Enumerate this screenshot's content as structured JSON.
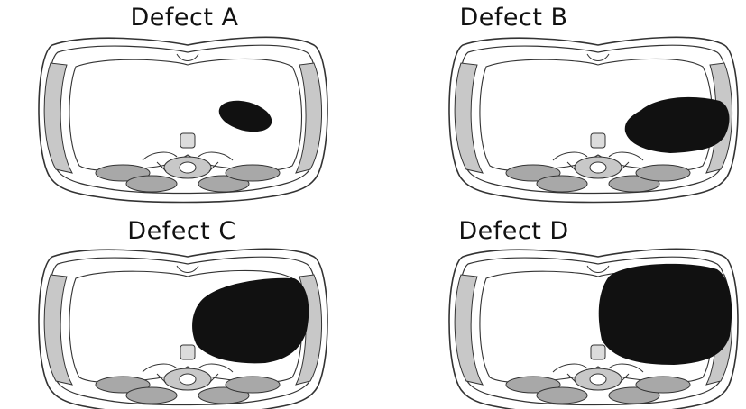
{
  "figure": {
    "panels": [
      {
        "title": "Defect A"
      },
      {
        "title": "Defect B"
      },
      {
        "title": "Defect C"
      },
      {
        "title": "Defect D"
      }
    ]
  },
  "colors": {
    "outline": "#333333",
    "muscle": "#a8a8a8",
    "vertebra": "#c9c9c9",
    "defect": "#111111",
    "background": "#ffffff"
  }
}
